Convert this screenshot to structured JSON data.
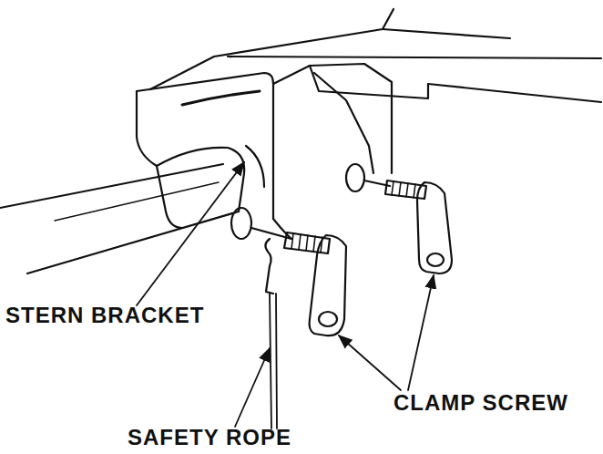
{
  "diagram": {
    "labels": [
      "STERN BRACKET",
      "SAFETY ROPE",
      "CLAMP SCREW"
    ]
  }
}
